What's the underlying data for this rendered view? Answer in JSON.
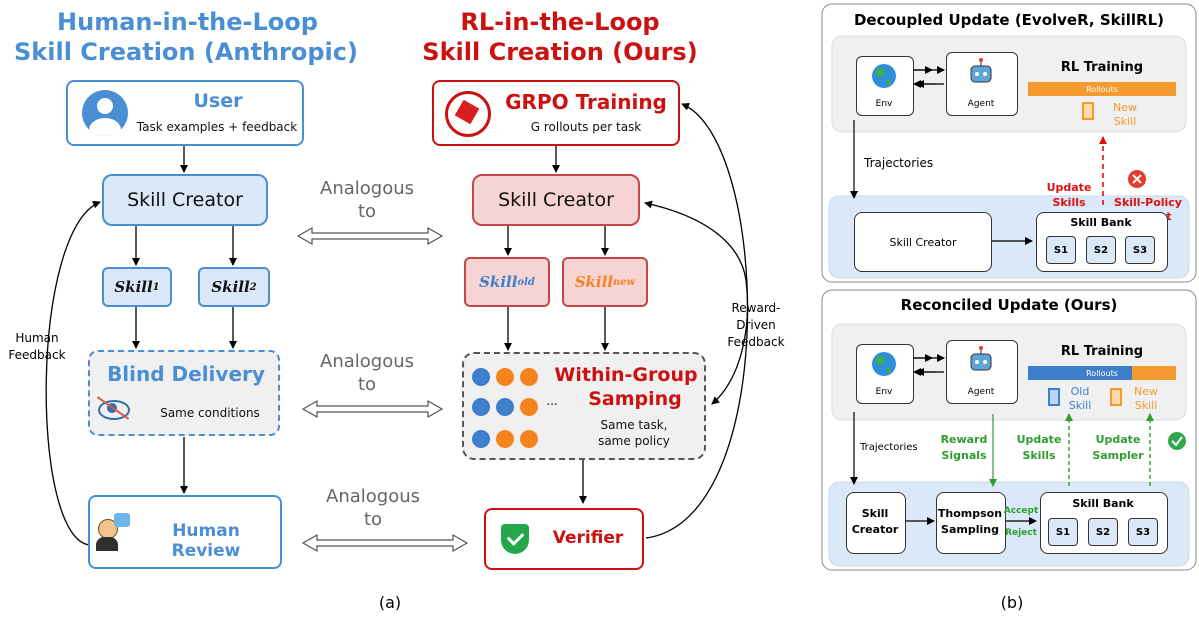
{
  "left": {
    "human_title_1": "Human-in-the-Loop",
    "human_title_2": "Skill Creation (Anthropic)",
    "rl_title_1": "RL-in-the-Loop",
    "rl_title_2": "Skill Creation (Ours)",
    "user": {
      "title": "User",
      "subtitle": "Task examples + feedback"
    },
    "grpo": {
      "title": "GRPO Training",
      "subtitle": "G rollouts per task"
    },
    "skill_creator_left": "Skill Creator",
    "skill_creator_right": "Skill Creator",
    "skill_1": "Skill",
    "skill_1_sub": "1",
    "skill_2": "Skill",
    "skill_2_sub": "2",
    "skill_old": "Skill",
    "skill_old_sub": "old",
    "skill_new": "Skill",
    "skill_new_sub": "new",
    "blind_delivery": {
      "title": "Blind Delivery",
      "subtitle": "Same conditions"
    },
    "within_group": {
      "title_1": "Within-Group",
      "title_2": "Samping",
      "ellipsis": "...",
      "subtitle_1": "Same task,",
      "subtitle_2": "same policy"
    },
    "human_review": "Human Review",
    "verifier": "Verifier",
    "analogous_1": [
      "Analogous",
      "to"
    ],
    "analogous_2": [
      "Analogous",
      "to"
    ],
    "analogous_3": [
      "Analogous",
      "to"
    ],
    "human_feedback": [
      "Human",
      "Feedback"
    ],
    "reward_feedback": [
      "Reward-",
      "Driven",
      "Feedback"
    ],
    "caption": "(a)"
  },
  "right": {
    "top_panel": {
      "title": "Decoupled Update (EvolveR, SkillRL)",
      "env": "Env",
      "agent": "Agent",
      "rl_training": "RL Training",
      "rollouts": "Rollouts",
      "new_skill": [
        "New",
        "Skill"
      ],
      "trajectories": "Trajectories",
      "update_skills": [
        "Update",
        "Skills"
      ],
      "conflict": [
        "Skill-Policy",
        "Conflict"
      ],
      "skill_creator": "Skill Creator",
      "skill_bank": "Skill Bank",
      "s1": "S1",
      "s2": "S2",
      "s3": "S3"
    },
    "bottom_panel": {
      "title": "Reconciled Update (Ours)",
      "env": "Env",
      "agent": "Agent",
      "rl_training": "RL Training",
      "rollouts": "Rollouts",
      "old_skill": [
        "Old",
        "Skill"
      ],
      "new_skill": [
        "New",
        "Skill"
      ],
      "trajectories": "Trajectories",
      "reward_signals": [
        "Reward",
        "Signals"
      ],
      "update_skills": [
        "Update",
        "Skills"
      ],
      "update_sampler": [
        "Update",
        "Sampler"
      ],
      "skill_creator": [
        "Skill",
        "Creator"
      ],
      "thompson": [
        "Thompson",
        "Sampling"
      ],
      "accept": "Accept",
      "reject": "Reject",
      "skill_bank": "Skill Bank",
      "s1": "S1",
      "s2": "S2",
      "s3": "S3"
    },
    "caption": "(b)"
  },
  "colors": {
    "blue": "#4a8fd3",
    "red": "#cc1111",
    "orange": "#f59a2f",
    "green": "#2e9e2e",
    "light_blue_fill": "#dbe8f8",
    "light_red_fill": "#f6d4d4"
  }
}
